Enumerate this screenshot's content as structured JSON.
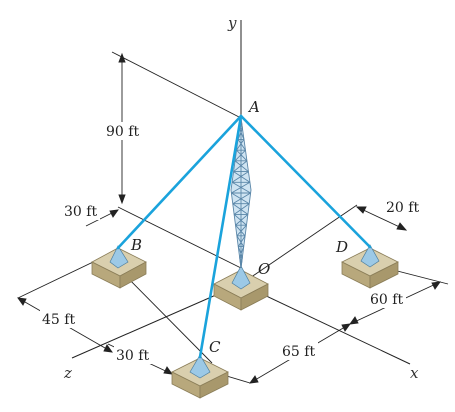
{
  "axes": {
    "x": "x",
    "y": "y",
    "z": "z"
  },
  "points": {
    "A": "A",
    "B": "B",
    "C": "C",
    "D": "D",
    "O": "O"
  },
  "dimensions": {
    "height_A": "90 ft",
    "b_offset": "30 ft",
    "d_offset": "20 ft",
    "b_depth": "45 ft",
    "d_depth": "60 ft",
    "c_offset": "30 ft",
    "c_to_x": "65 ft"
  },
  "colors": {
    "cable": "#1aa3dc",
    "lines": "#222222",
    "footing_top": "#d9cfae",
    "footing_side": "#b8a87c",
    "anchor": "#9cc9e6",
    "tower": "#5a86a8"
  }
}
